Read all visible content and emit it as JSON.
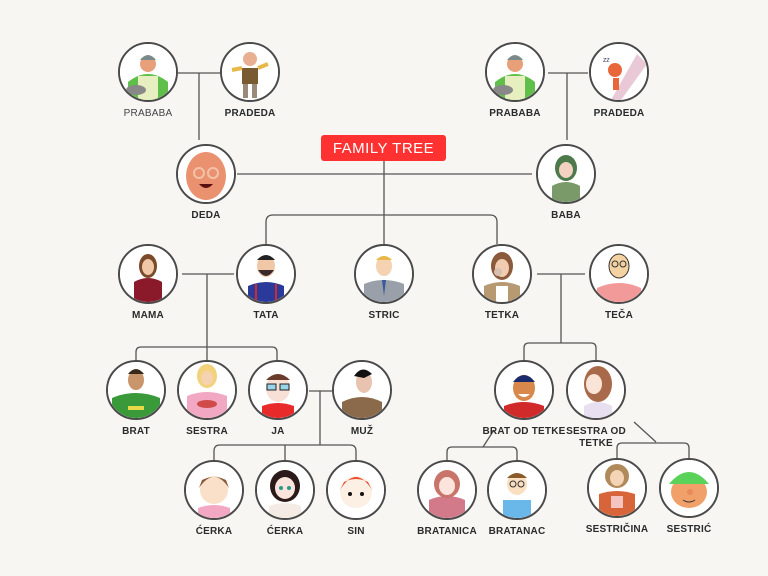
{
  "title": "FAMILY TREE",
  "colors": {
    "background": "#f7f6f3",
    "title_bg": "#ff3131",
    "title_text": "#ffffff",
    "line": "#555555",
    "avatar_border": "#4a4a4a"
  },
  "people": {
    "prababa_left": {
      "label": "PRABABA",
      "icon": "grandmother-cooking-avatar"
    },
    "pradeda_left": {
      "label": "PRADEDA",
      "icon": "grandfather-vest-avatar"
    },
    "prababa_right": {
      "label": "PRABABA",
      "icon": "grandmother-cooking-avatar"
    },
    "pradeda_right": {
      "label": "PRADEDA",
      "icon": "grandfather-sleeping-avatar"
    },
    "deda": {
      "label": "DEDA",
      "icon": "bald-man-glasses-avatar"
    },
    "baba": {
      "label": "BABA",
      "icon": "woman-hijab-avatar"
    },
    "mama": {
      "label": "MAMA",
      "icon": "woman-shrug-avatar"
    },
    "tata": {
      "label": "TATA",
      "icon": "bearded-man-glasses-avatar"
    },
    "stric": {
      "label": "STRIC",
      "icon": "man-suit-avatar"
    },
    "tetka": {
      "label": "TETKA",
      "icon": "woman-coffee-avatar"
    },
    "teca": {
      "label": "TEČA",
      "icon": "man-glasses-cartoon-avatar"
    },
    "brat": {
      "label": "BRAT",
      "icon": "boy-hoodie-avatar"
    },
    "sestra": {
      "label": "SESTRA",
      "icon": "girl-blonde-avatar"
    },
    "ja": {
      "label": "JA",
      "icon": "girl-glasses-avatar"
    },
    "muz": {
      "label": "MUŽ",
      "icon": "man-coat-avatar"
    },
    "brat_od_tetke": {
      "label": "BRAT OD TETKE",
      "icon": "boy-smiling-avatar"
    },
    "sestra_od_tetke": {
      "label": "SESTRA OD TETKE",
      "icon": "anime-girl-avatar"
    },
    "cerka1": {
      "label": "ĆERKA",
      "icon": "little-girl-avatar"
    },
    "cerka2": {
      "label": "ĆERKA",
      "icon": "anime-little-girl-avatar"
    },
    "sin": {
      "label": "SIN",
      "icon": "red-hair-boy-avatar"
    },
    "bratanica": {
      "label": "BRATANICA",
      "icon": "girl-scarf-avatar"
    },
    "bratanac": {
      "label": "BRATANAC",
      "icon": "boy-glasses-avatar"
    },
    "sestricina": {
      "label": "SESTRIČINA",
      "icon": "girl-cat-avatar"
    },
    "sestric": {
      "label": "SESTRIĆ",
      "icon": "boy-cap-avatar"
    }
  }
}
